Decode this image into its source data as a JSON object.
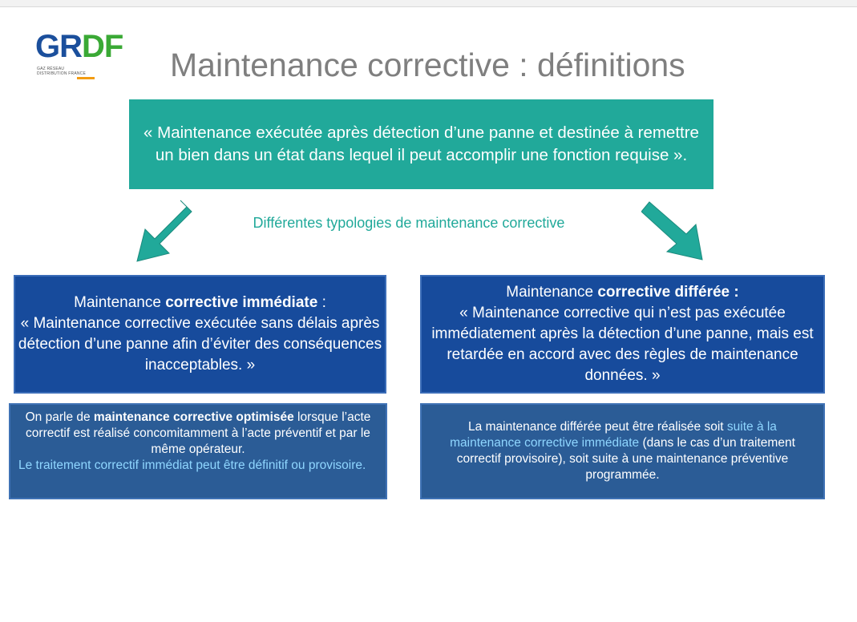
{
  "logo": {
    "letters": [
      "G",
      "R",
      "D",
      "F"
    ],
    "subtitle_line1": "GAZ RÉSEAU",
    "subtitle_line2": "DISTRIBUTION FRANCE"
  },
  "title": "Maintenance corrective : définitions",
  "definition": "« Maintenance exécutée après détection d’une panne et destinée à remettre un bien dans un état dans lequel il peut accomplir une fonction requise ».",
  "typologies_label": "Différentes typologies de maintenance corrective",
  "left_box": {
    "prefix": "Maintenance ",
    "bold": "corrective immédiate",
    "suffix": " :",
    "quote": "« Maintenance corrective exécutée sans délais après détection d’une panne afin d’éviter des conséquences inacceptables. »"
  },
  "right_box": {
    "prefix": "Maintenance ",
    "bold": "corrective différée :",
    "quote": "« Maintenance corrective qui n’est pas exécutée immédiatement après la détection d’une panne, mais est retardée en accord avec des règles de maintenance données. »"
  },
  "left_note": {
    "part1": "On parle de ",
    "bold": "maintenance corrective optimisée",
    "part2": " lorsque l’acte correctif est réalisé concomitamment à l’acte préventif et par le même opérateur.",
    "highlight": "Le traitement correctif immédiat peut être définitif ou provisoire."
  },
  "right_note": {
    "part1": "La maintenance différée peut être réalisée soit ",
    "highlight": "suite à la maintenance corrective immédiate",
    "part2": " (dans le cas d’un traitement correctif provisoire), soit suite à une maintenance préventive programmée."
  },
  "colors": {
    "teal": "#21a99a",
    "dark_blue": "#174b9c",
    "note_blue": "#2b5c96",
    "title_gray": "#7f7f7f",
    "highlight": "#8fd6ff"
  }
}
